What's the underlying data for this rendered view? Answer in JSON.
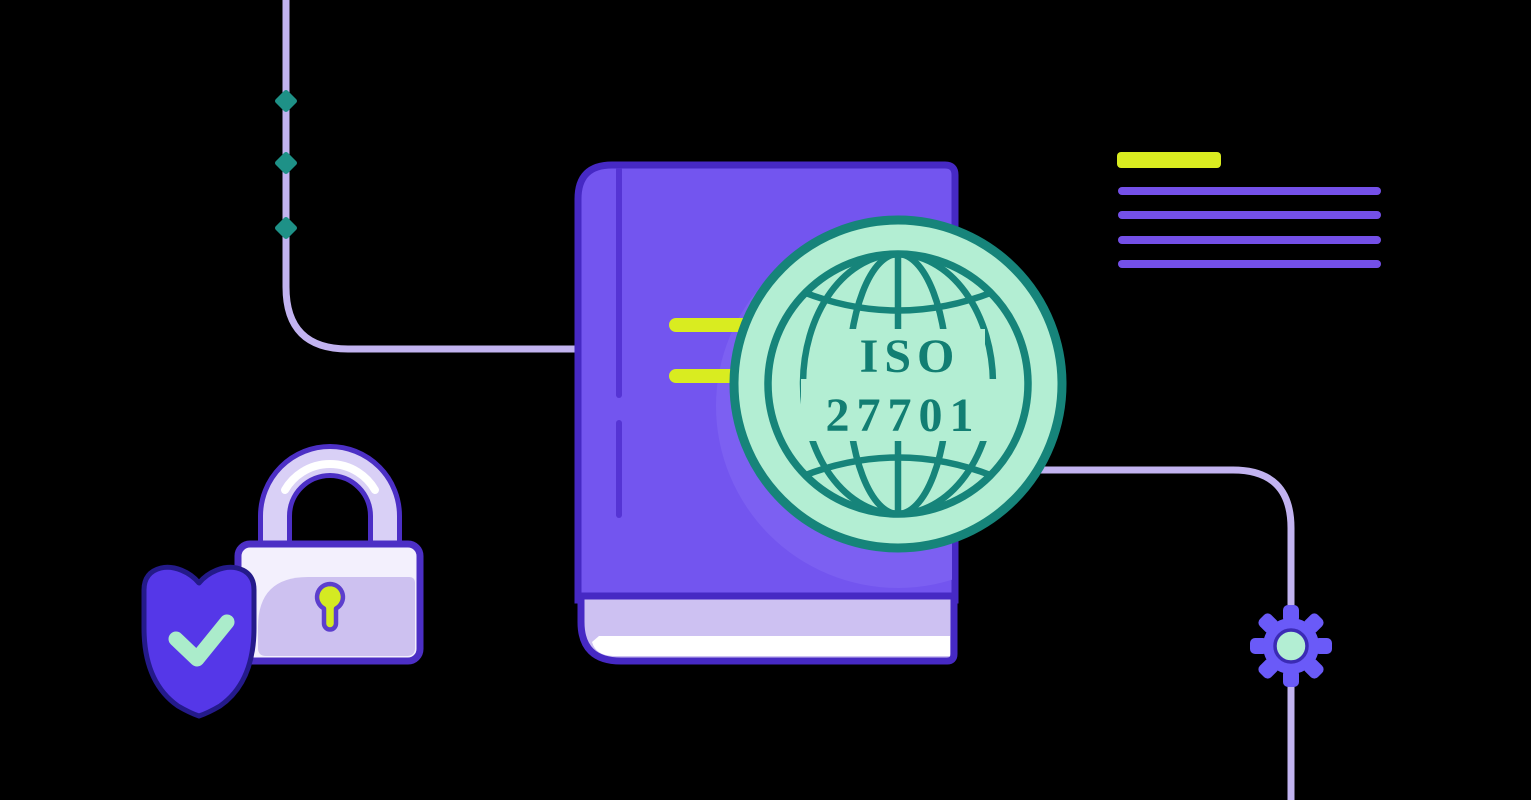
{
  "illustration": {
    "title": "iso-27701-hero-illustration",
    "badge": {
      "line1": "ISO",
      "line2": "27701",
      "mint": "#b3eed3",
      "teal": "#16847a",
      "text_color": "#127e73"
    },
    "book": {
      "cover_purple": "#7355ef",
      "sheen_purple": "#7c60f2",
      "outline_purple": "#4629c4",
      "spine_purple": "#5534d4",
      "pages_lavender": "#cdc1f2",
      "pages_white": "#ffffff",
      "accent_bar_yellow": "#d9ec20"
    },
    "connectors": {
      "line_lavender": "#c2b3f0",
      "diamond_teal": "#1e9187"
    },
    "text_lines": {
      "highlight_yellow": "#d9ec20",
      "line_purple": "#7450e8"
    },
    "gear": {
      "body_purple": "#6a5af8",
      "hub_mint": "#b3eed3",
      "hub_ring": "#3b2bb5"
    },
    "lock": {
      "outline": "#4c2fc5",
      "shackle_lavender": "#d9d0f6",
      "shackle_highlight": "#ffffff",
      "body_white": "#f3f0fd",
      "body_lavender": "#cdc1f0",
      "keyhole_yellow": "#d4ea22",
      "keyhole_outline": "#5c3ecd"
    },
    "shield": {
      "fill_purple": "#5537e8",
      "outline": "#241a8a",
      "check_mint": "#abeccb"
    },
    "icons": {
      "globe": "globe-icon",
      "gear": "gear-icon",
      "padlock": "padlock-icon",
      "shield_check": "shield-check-icon",
      "book": "book-icon",
      "diamond": "diamond-marker-icon"
    }
  }
}
